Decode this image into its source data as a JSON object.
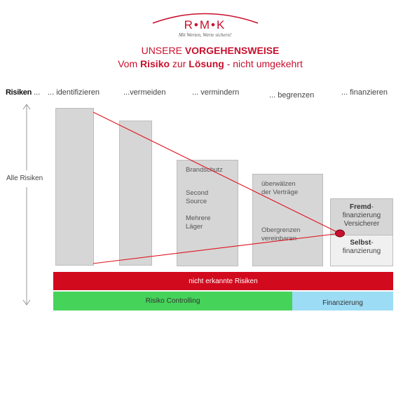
{
  "logo": {
    "text": "R•M•K",
    "slogan": "Mit Werten, Werte sichern!"
  },
  "title": {
    "line1_normal": "UNSERE ",
    "line1_bold": "VORGEHENSWEISE",
    "line2_a": "Vom ",
    "line2_b": "Risiko",
    "line2_c": " zur ",
    "line2_d": "Lösung",
    "line2_e": " - nicht umgekehrt"
  },
  "stages": {
    "risiken": "Risiken",
    "s0": "...",
    "s1": "... identifizieren",
    "s2": "...vermeiden",
    "s3": "... vermindern",
    "s4": "... begrenzen",
    "s5": "... finanzieren"
  },
  "axis_label": "Alle Risiken",
  "columns": {
    "c3_item1": "Brandschutz",
    "c3_item2a": "Second",
    "c3_item2b": "Source",
    "c3_item3a": "Mehrere",
    "c3_item3b": "Läger",
    "c4_item1a": "überwälzen",
    "c4_item1b": "der Verträge",
    "c4_item2a": "Obergrenzen",
    "c4_item2b": "vereinbaren",
    "c5_fremd": "Fremd",
    "c5_fremd_dash": "-",
    "c5_fremd_l2": "finanzierung",
    "c5_fremd_l3": "Versicherer",
    "c5_selbst": "Selbst",
    "c5_selbst_dash": "-",
    "c5_selbst_l2": "finanzierung"
  },
  "bars": {
    "red": "nicht erkannte Risiken",
    "green": "Risiko Controlling",
    "blue": "Finanzierung"
  },
  "colors": {
    "accent": "#c8102e",
    "red_bar": "#d20a1e",
    "green_bar": "#46d35a",
    "blue_bar": "#9ddcf5",
    "column": "#d6d6d6"
  }
}
